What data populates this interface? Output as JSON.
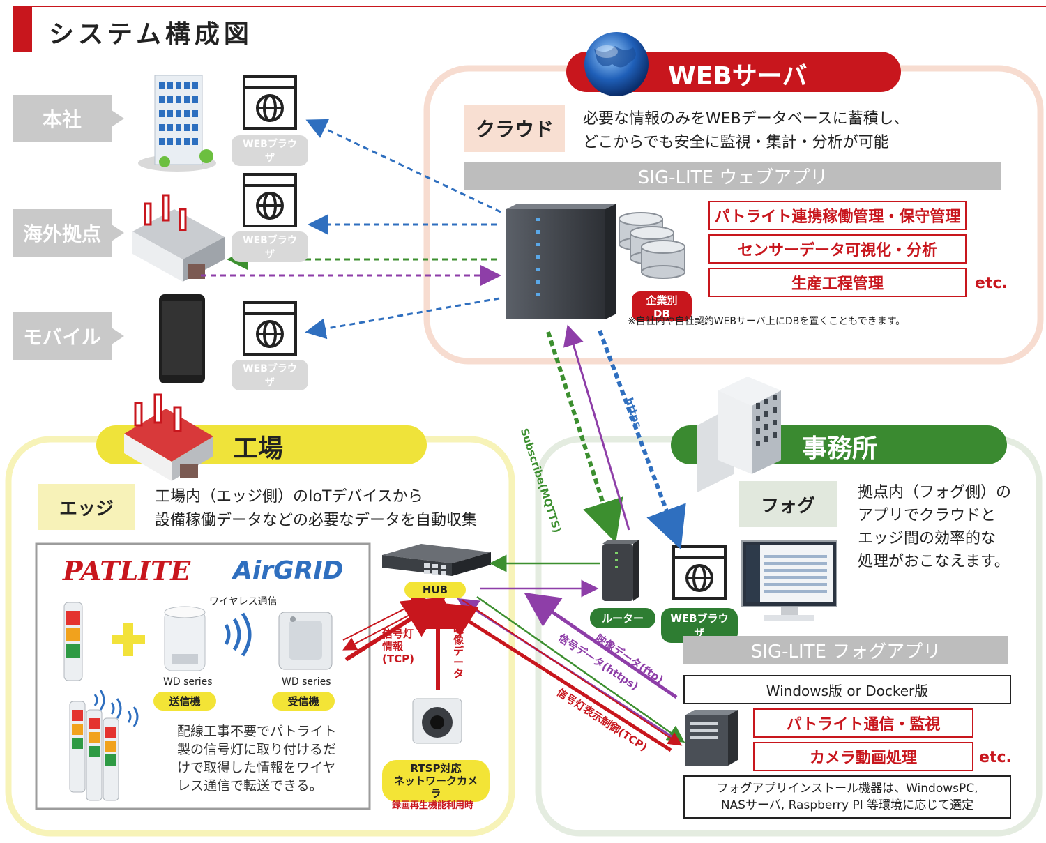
{
  "page_title": "システム構成図",
  "locations": {
    "headquarters": "本社",
    "overseas": "海外拠点",
    "mobile": "モバイル"
  },
  "browser_label": "WEBブラウザ",
  "cloud": {
    "header": "WEBサーバ",
    "tag": "クラウド",
    "description_line1": "必要な情報のみをWEBデータベースに蓄積し、",
    "description_line2": "どこからでも安全に監視・集計・分析が可能",
    "app_band": "SIG-LITE ウェブアプリ",
    "features": [
      "パトライト連携稼働管理・保守管理",
      "センサーデータ可視化・分析",
      "生産工程管理"
    ],
    "etc": "etc.",
    "db_label": "企業別DB",
    "note": "※自社内や自社契約WEBサーバ上にDBを置くこともできます。"
  },
  "factory": {
    "header": "工場",
    "tag": "エッジ",
    "description_line1": "工場内（エッジ側）のIoTデバイスから",
    "description_line2": "設備稼働データなどの必要なデータを自動収集",
    "brand_patlite": "PATLITE",
    "brand_airgrid": "AirGRID",
    "wireless": "ワイヤレス通信",
    "series_tx": "WD series",
    "series_rx": "WD series",
    "transmitter": "送信機",
    "receiver": "受信機",
    "wireless_note": [
      "配線工事不要でパトライト",
      "製の信号灯に取り付けるだ",
      "けで取得した情報をワイヤ",
      "レス通信で転送できる。"
    ],
    "hub": "HUB",
    "signal_info": [
      "信号灯",
      "情報",
      "(TCP)"
    ],
    "video_data": "映像データ",
    "camera_label": [
      "RTSP対応",
      "ネットワークカメラ"
    ],
    "camera_note": "録画再生機能利用時"
  },
  "office": {
    "header": "事務所",
    "tag": "フォグ",
    "description": [
      "拠点内（フォグ側）の",
      "アプリでクラウドと",
      "エッジ間の効率的な",
      "処理がおこなえます。"
    ],
    "router": "ルーター",
    "app_band": "SIG-LITE フォグアプリ",
    "edition": "Windows版 or Docker版",
    "features": [
      "パトライト通信・監視",
      "カメラ動画処理"
    ],
    "etc": "etc.",
    "install_note": [
      "フォグアプリインストール機器は、WindowsPC,",
      "NASサーバ, Raspberry PI 等環境に応じて選定"
    ]
  },
  "links": {
    "subscribe": "Subscribe(MQTTS)",
    "https": "https",
    "video_ftp": "映像データ(ftp)",
    "signal_https": "信号データ(https)",
    "signal_control": "信号灯表示制御(TCP)"
  },
  "colors": {
    "red": "#c8161d",
    "green": "#2e7d32",
    "yellow": "#f3e436",
    "blue": "#2f6fbf",
    "purple": "#8e3ea8",
    "grey": "#c9c9c9"
  }
}
